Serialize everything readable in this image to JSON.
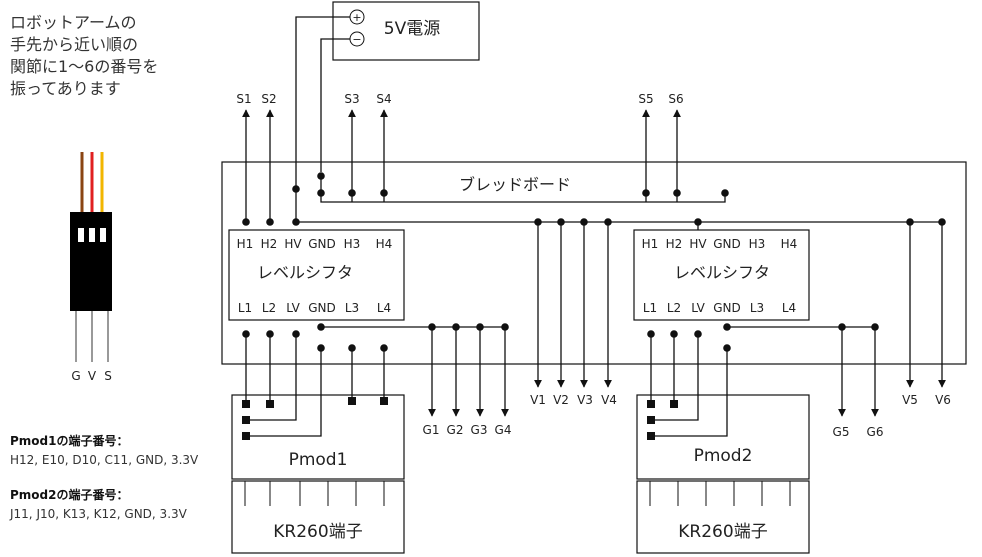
{
  "note": [
    "ロボットアームの",
    "手先から近い順の",
    "関節に1〜6の番号を",
    "振ってあります"
  ],
  "power_label": "5V電源",
  "plus_symbol": "+",
  "minus_symbol": "−",
  "breadboard_label": "ブレッドボード",
  "shifter": {
    "title": "レベルシフタ",
    "top_pins": [
      "H1",
      "H2",
      "HV",
      "GND",
      "H3",
      "H4"
    ],
    "bottom_pins": [
      "L1",
      "L2",
      "LV",
      "GND",
      "L3",
      "L4"
    ]
  },
  "servo_signals": [
    "S1",
    "S2",
    "S3",
    "S4",
    "S5",
    "S6"
  ],
  "vcc_lines": [
    "V1",
    "V2",
    "V3",
    "V4",
    "V5",
    "V6"
  ],
  "gnd_lines": [
    "G1",
    "G2",
    "G3",
    "G4",
    "G5",
    "G6"
  ],
  "servo_connector_pins": [
    "G",
    "V",
    "S"
  ],
  "servo_wire_colors": [
    "#8B4513",
    "#E02020",
    "#F2B600"
  ],
  "pmod1": {
    "label": "Pmod1",
    "terminal": "KR260端子"
  },
  "pmod2": {
    "label": "Pmod2",
    "terminal": "KR260端子"
  },
  "pmod1_pins": {
    "heading": "Pmod1の端子番号：",
    "pins": "H12, E10, D10, C11, GND, 3.3V"
  },
  "pmod2_pins": {
    "heading": "Pmod2の端子番号：",
    "pins": "J11, J10, K13, K12, GND, 3.3V"
  }
}
